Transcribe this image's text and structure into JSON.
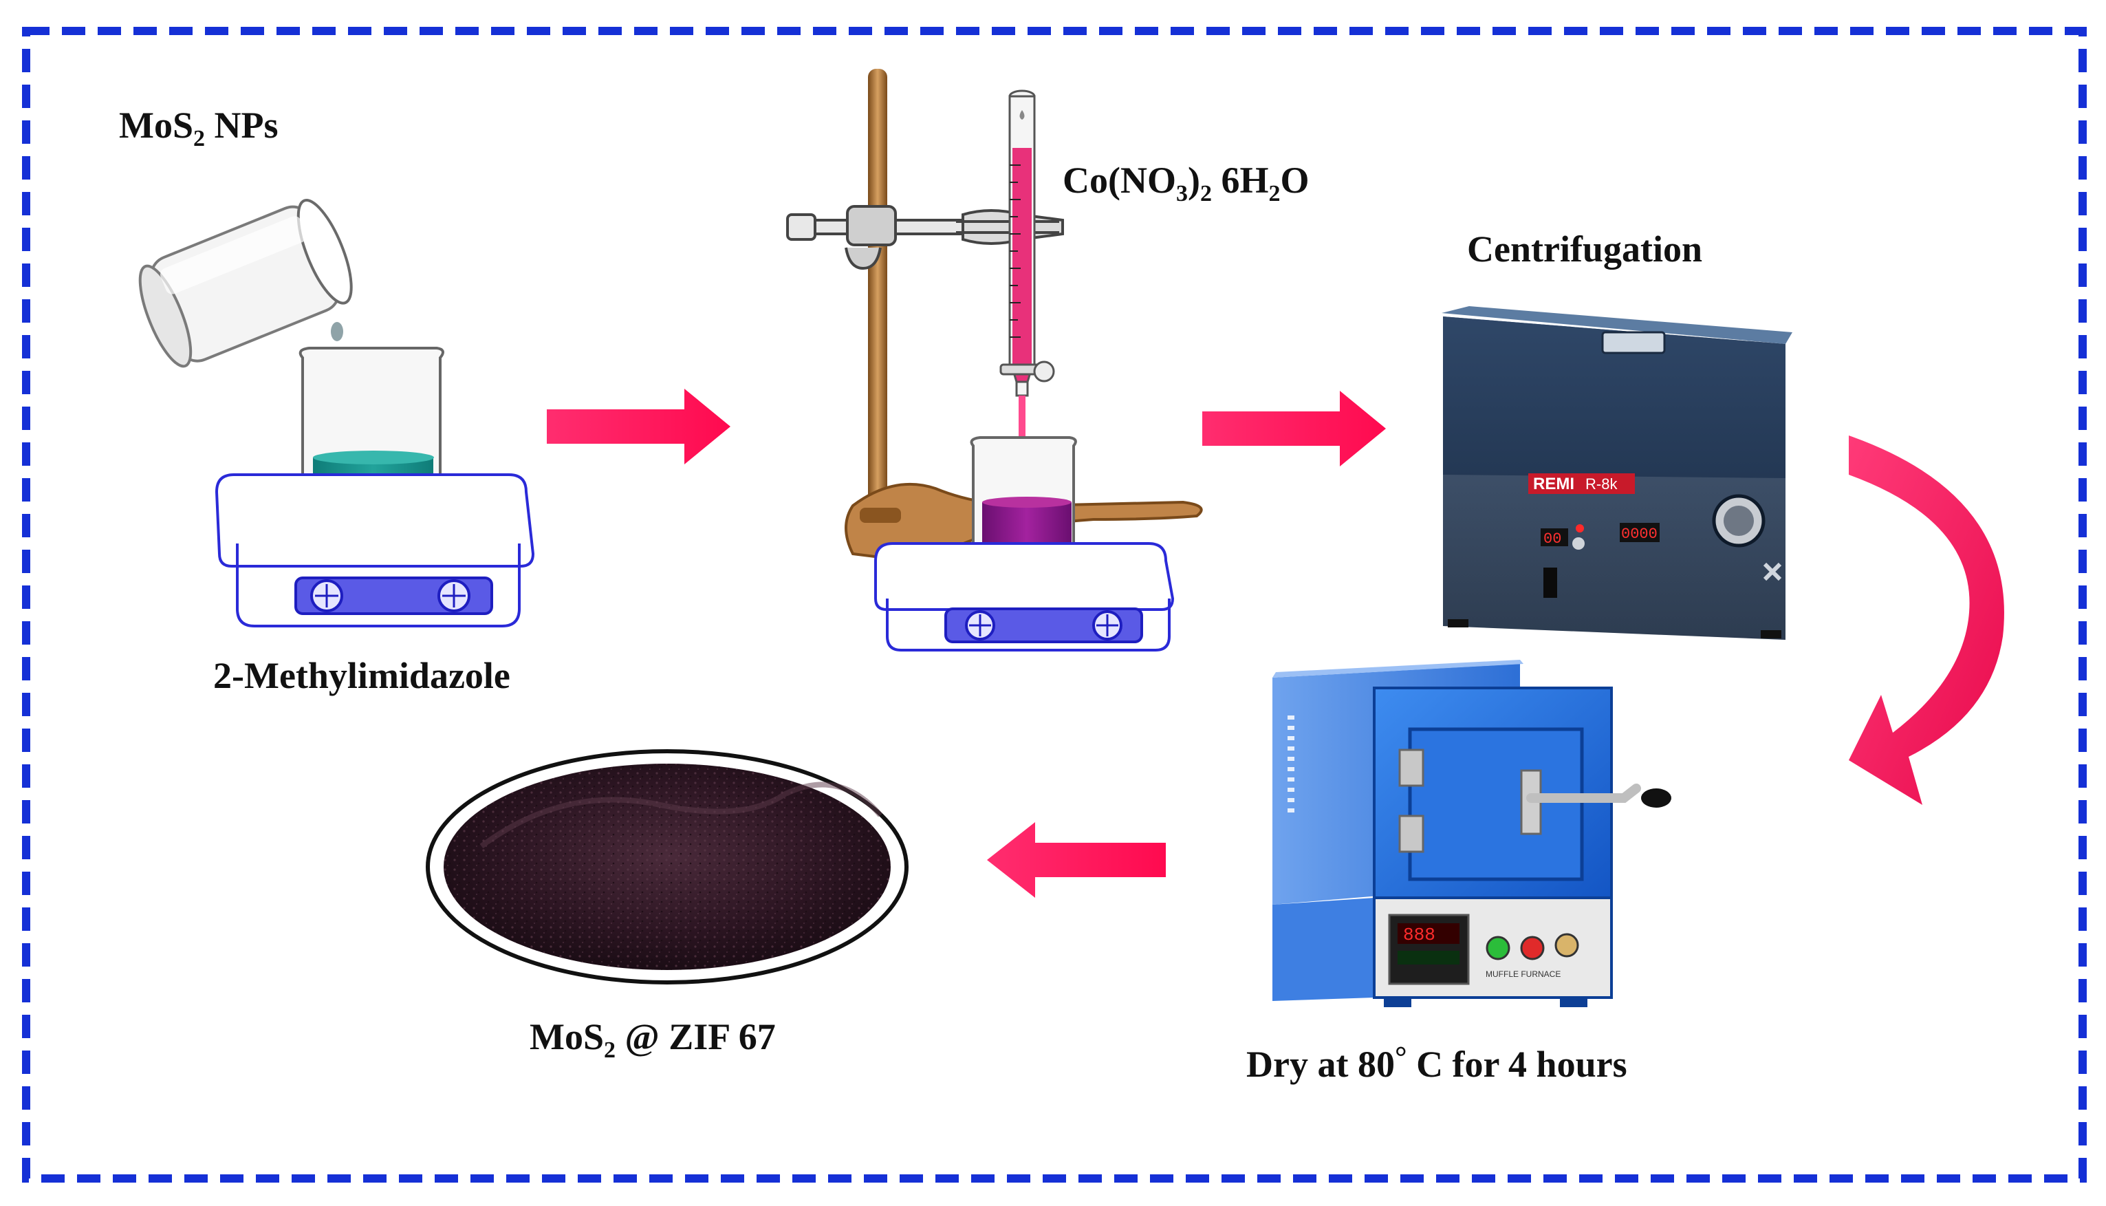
{
  "labels": {
    "mos2_nps": {
      "pre": "MoS",
      "sub": "2",
      "post": " NPs"
    },
    "methylimidazole": "2-Methylimidazole",
    "cobalt_nitrate": {
      "p1": "Co(NO",
      "s1": "3",
      "p2": ")",
      "s2": "2",
      "p3": " 6H",
      "s3": "2",
      "p4": "O"
    },
    "centrifugation": "Centrifugation",
    "dry": {
      "pre": "Dry at 80",
      "deg": "°",
      "post": " C for 4 hours"
    },
    "product": {
      "pre": "MoS",
      "sub": "2",
      "post": " @ ZIF 67"
    }
  },
  "centrifuge": {
    "brand": "REMI",
    "model": "R-8k",
    "display_left": "00",
    "display_right": "0000"
  },
  "furnace": {
    "display": "888",
    "plate": "MUFFLE FURNACE"
  },
  "colors": {
    "border": "#1530d6",
    "arrow": "#ff1f63",
    "teal_solution": "#1a8f88",
    "purple_solution": "#8a1b8f",
    "pink_liquid": "#ff3b8a",
    "stirrer_blue": "#3a3adc",
    "furnace_blue": "#1d6fe0",
    "centrifuge_body": "#243a58",
    "powder": "#2a1420"
  }
}
